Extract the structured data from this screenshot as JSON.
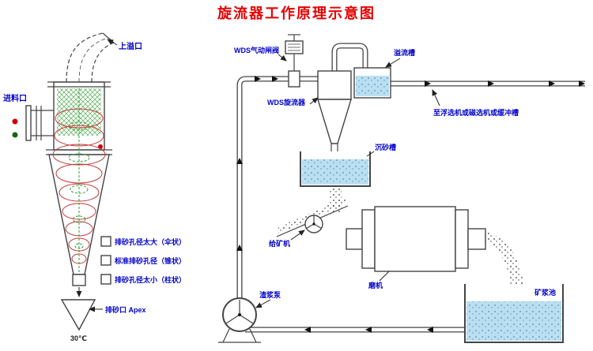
{
  "title": "旋流器工作原理示意图",
  "colors": {
    "title": "#e60000",
    "label": "#0000cc",
    "line": "#444444",
    "water": "#b9e0f2",
    "vortex_red": "#c43b3b",
    "vortex_green": "#2f9e2f"
  },
  "cyclone_section": {
    "overflow_port": "上溢口",
    "feed_inlet": "进料口",
    "legend": [
      {
        "label": "排砂孔径太大（伞状）"
      },
      {
        "label": "标准排砂孔径（锥状）"
      },
      {
        "label": "排砂孔径太小（柱状）"
      }
    ],
    "apex": "排砂口 Apex",
    "temperature": "30℃"
  },
  "process_flow": {
    "valve": "WDS气动闸阀",
    "cyclone": "WDS旋流器",
    "overflow_tank": "溢流槽",
    "destination": "至浮选机或磁选机或缓冲槽",
    "settling_tank": "沉砂槽",
    "feeder": "给矿机",
    "mill": "磨机",
    "slurry_pump": "渣浆泵",
    "slurry_pool": "矿浆池"
  }
}
